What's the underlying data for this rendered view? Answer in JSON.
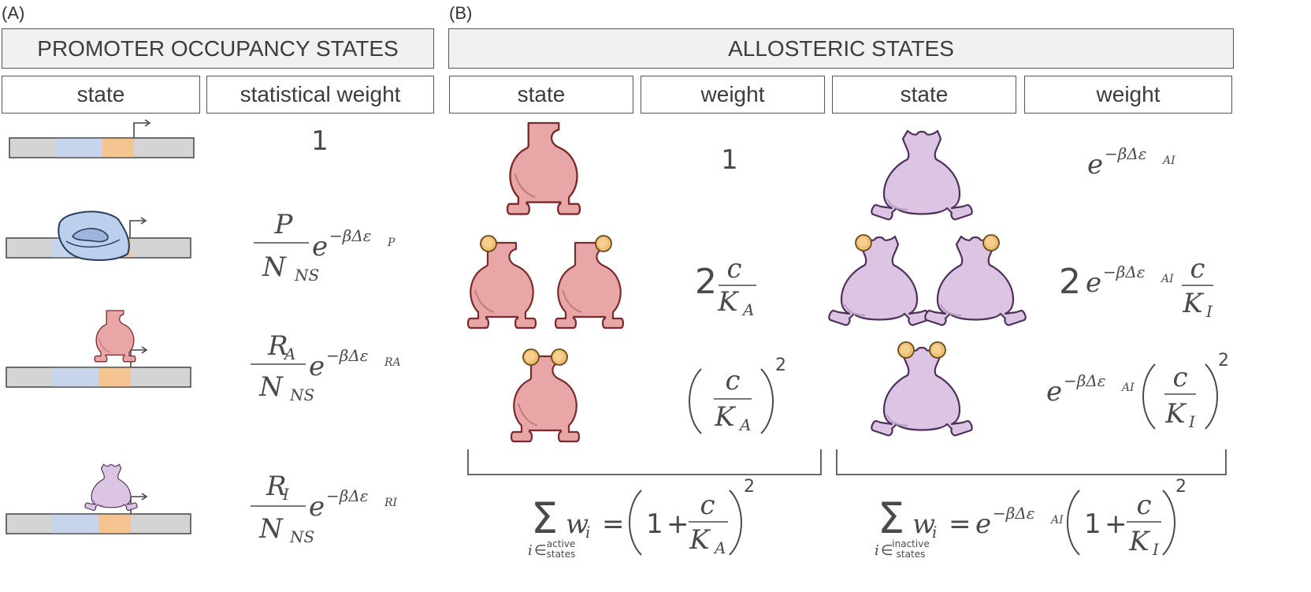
{
  "panels": {
    "a": {
      "label": "(A)",
      "title": "PROMOTER OCCUPANCY STATES",
      "col_state": "state",
      "col_weight": "statistical weight",
      "rows": [
        {
          "icon": "empty-promoter-dna-icon",
          "weight_text": "1"
        },
        {
          "icon": "rna-polymerase-on-promoter-icon",
          "num": "P",
          "den": "N",
          "den_sub": "NS",
          "exp_sub": "P"
        },
        {
          "icon": "active-repressor-on-promoter-icon",
          "num": "R",
          "num_sub": "A",
          "den": "N",
          "den_sub": "NS",
          "exp_sub": "RA"
        },
        {
          "icon": "inactive-repressor-on-promoter-icon",
          "num": "R",
          "num_sub": "I",
          "den": "N",
          "den_sub": "NS",
          "exp_sub": "RI"
        }
      ]
    },
    "b": {
      "label": "(B)",
      "title": "ALLOSTERIC STATES",
      "col_state_1": "state",
      "col_weight_1": "weight",
      "col_state_2": "state",
      "col_weight_2": "weight",
      "active_weights": {
        "w0": "1",
        "w1_coef": "2",
        "w1_num": "c",
        "w1_den": "K",
        "w1_den_sub": "A",
        "w2_num": "c",
        "w2_den": "K",
        "w2_den_sub": "A",
        "w2_pow": "2"
      },
      "inactive_weights": {
        "exp_sub": "AI",
        "w1_coef": "2",
        "w1_num": "c",
        "w1_den": "K",
        "w1_den_sub": "I",
        "w2_num": "c",
        "w2_den": "K",
        "w2_den_sub": "I",
        "w2_pow": "2"
      },
      "sum_active": {
        "w": "w",
        "w_sub": "i",
        "index": "i",
        "set_top": "active",
        "set_bottom": "states",
        "one": "1",
        "plus": "+",
        "num": "c",
        "den": "K",
        "den_sub": "A",
        "pow": "2"
      },
      "sum_inactive": {
        "w": "w",
        "w_sub": "i",
        "index": "i",
        "set_top": "inactive",
        "set_bottom": "states",
        "exp_sub": "AI",
        "one": "1",
        "plus": "+",
        "num": "c",
        "den": "K",
        "den_sub": "I",
        "pow": "2"
      }
    }
  },
  "colors": {
    "dna": "#d4d4d4",
    "operator": "#c6d4ec",
    "promoter": "#f4c590",
    "active_repressor": "#e9a6a6",
    "inactive_repressor": "#dcc5e3",
    "polymerase": "#bcd0ee",
    "inducer": "#f0bf73"
  }
}
